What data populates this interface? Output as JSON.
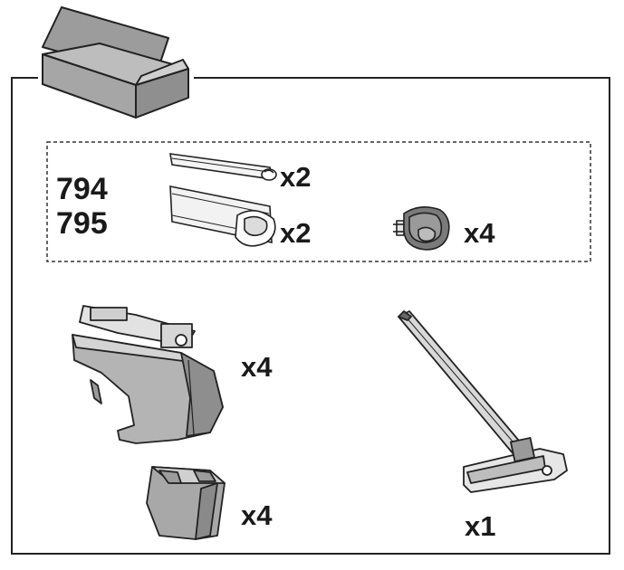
{
  "models": {
    "first": "794",
    "second": "795"
  },
  "quantities": {
    "rail_top": "x2",
    "rail_bottom": "x2",
    "end_cap": "x4",
    "foot": "x4",
    "foot_pad": "x4",
    "tool": "x1"
  },
  "icons": {
    "box": "package-box-icon",
    "rail": "roof-bar-icon",
    "cap": "end-cap-icon",
    "foot": "roof-rack-foot-icon",
    "pad": "foot-pad-icon",
    "tool": "torque-tool-icon"
  }
}
